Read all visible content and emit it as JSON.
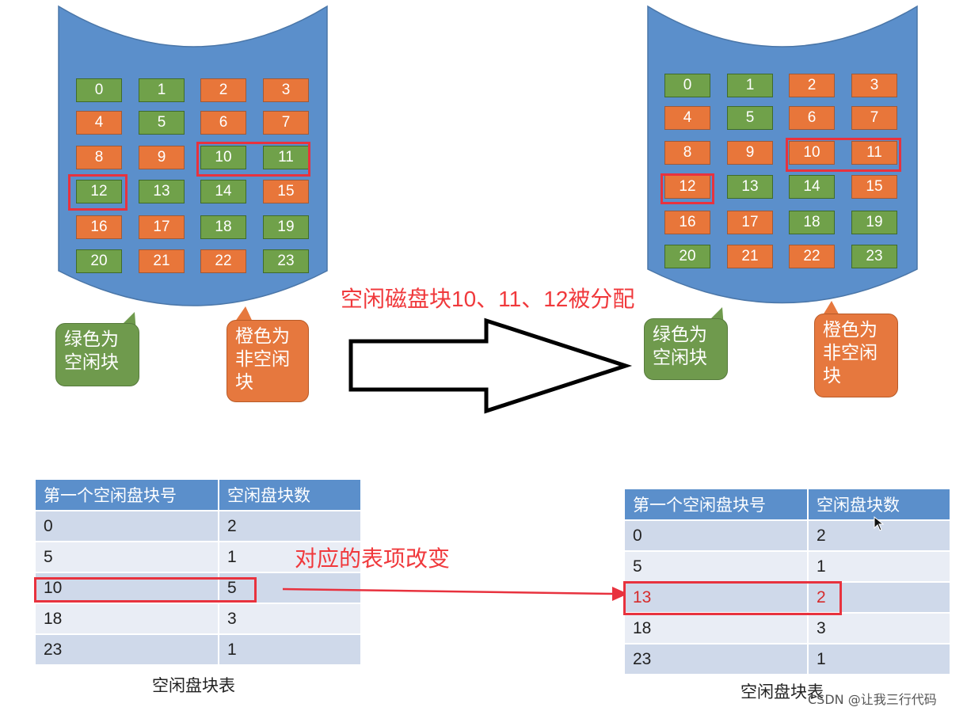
{
  "left_disk": {
    "blocks": [
      {
        "label": "0",
        "state": "free"
      },
      {
        "label": "1",
        "state": "free"
      },
      {
        "label": "2",
        "state": "used"
      },
      {
        "label": "3",
        "state": "used"
      },
      {
        "label": "4",
        "state": "used"
      },
      {
        "label": "5",
        "state": "free"
      },
      {
        "label": "6",
        "state": "used"
      },
      {
        "label": "7",
        "state": "used"
      },
      {
        "label": "8",
        "state": "used"
      },
      {
        "label": "9",
        "state": "used"
      },
      {
        "label": "10",
        "state": "free"
      },
      {
        "label": "11",
        "state": "free"
      },
      {
        "label": "12",
        "state": "free"
      },
      {
        "label": "13",
        "state": "free"
      },
      {
        "label": "14",
        "state": "free"
      },
      {
        "label": "15",
        "state": "used"
      },
      {
        "label": "16",
        "state": "used"
      },
      {
        "label": "17",
        "state": "used"
      },
      {
        "label": "18",
        "state": "free"
      },
      {
        "label": "19",
        "state": "free"
      },
      {
        "label": "20",
        "state": "free"
      },
      {
        "label": "21",
        "state": "used"
      },
      {
        "label": "22",
        "state": "used"
      },
      {
        "label": "23",
        "state": "free"
      }
    ],
    "legend_green": "绿色为空闲块",
    "legend_orange": "橙色为非空闲块"
  },
  "right_disk": {
    "blocks": [
      {
        "label": "0",
        "state": "free"
      },
      {
        "label": "1",
        "state": "free"
      },
      {
        "label": "2",
        "state": "used"
      },
      {
        "label": "3",
        "state": "used"
      },
      {
        "label": "4",
        "state": "used"
      },
      {
        "label": "5",
        "state": "free"
      },
      {
        "label": "6",
        "state": "used"
      },
      {
        "label": "7",
        "state": "used"
      },
      {
        "label": "8",
        "state": "used"
      },
      {
        "label": "9",
        "state": "used"
      },
      {
        "label": "10",
        "state": "used"
      },
      {
        "label": "11",
        "state": "used"
      },
      {
        "label": "12",
        "state": "used"
      },
      {
        "label": "13",
        "state": "free"
      },
      {
        "label": "14",
        "state": "free"
      },
      {
        "label": "15",
        "state": "used"
      },
      {
        "label": "16",
        "state": "used"
      },
      {
        "label": "17",
        "state": "used"
      },
      {
        "label": "18",
        "state": "free"
      },
      {
        "label": "19",
        "state": "free"
      },
      {
        "label": "20",
        "state": "free"
      },
      {
        "label": "21",
        "state": "used"
      },
      {
        "label": "22",
        "state": "used"
      },
      {
        "label": "23",
        "state": "free"
      }
    ],
    "legend_green": "绿色为空闲块",
    "legend_orange": "橙色为非空闲块"
  },
  "arrow_label": "空闲磁盘块10、11、12被分配",
  "change_label": "对应的表项改变",
  "left_table": {
    "headers": [
      "第一个空闲盘块号",
      "空闲盘块数"
    ],
    "rows": [
      [
        "0",
        "2"
      ],
      [
        "5",
        "1"
      ],
      [
        "10",
        "5"
      ],
      [
        "18",
        "3"
      ],
      [
        "23",
        "1"
      ]
    ],
    "caption": "空闲盘块表"
  },
  "right_table": {
    "headers": [
      "第一个空闲盘块号",
      "空闲盘块数"
    ],
    "rows": [
      [
        "0",
        "2"
      ],
      [
        "5",
        "1"
      ],
      [
        "13",
        "2"
      ],
      [
        "18",
        "3"
      ],
      [
        "23",
        "1"
      ]
    ],
    "caption": "空闲盘块表"
  },
  "watermark": "CSDN @让我三行代码",
  "colors": {
    "disk_blue": "#5b8fcb",
    "free_green": "#70a14a",
    "used_orange": "#e8763a",
    "highlight_red": "#e8323e",
    "table_header": "#5b8fcb"
  }
}
